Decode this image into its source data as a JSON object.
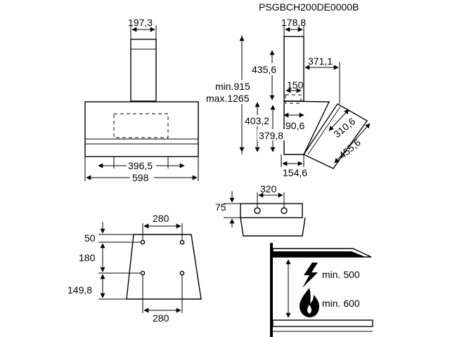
{
  "model_code": "PSGBCH200DE0000B",
  "front_view": {
    "chimney_width": "197,3",
    "bracket_width": "396,5",
    "hood_width": "598"
  },
  "side_view": {
    "chimney_depth": "178,8",
    "height_upper": "435,6",
    "offset_depth": "371,1",
    "duct_offset": "150",
    "height_range": "min.915\nmax.1265",
    "height_min": "min.915",
    "height_max": "max.1265",
    "body_height": "403,2",
    "body_height_inner": "379,8",
    "panel_offset": "90,6",
    "panel_length": "310,6",
    "panel_depth": "455,6",
    "base_depth": "154,6"
  },
  "top_bracket": {
    "hole_spacing": "320",
    "bracket_height": "75"
  },
  "wall_template": {
    "top_hole_spacing": "280",
    "bottom_hole_spacing": "280",
    "top_offset": "50",
    "vertical_spacing": "180",
    "bottom_offset": "149,8"
  },
  "clearance": {
    "electric_label": "min. 500",
    "gas_label": "min. 600",
    "electric_icon": "lightning-icon",
    "gas_icon": "flame-icon"
  }
}
